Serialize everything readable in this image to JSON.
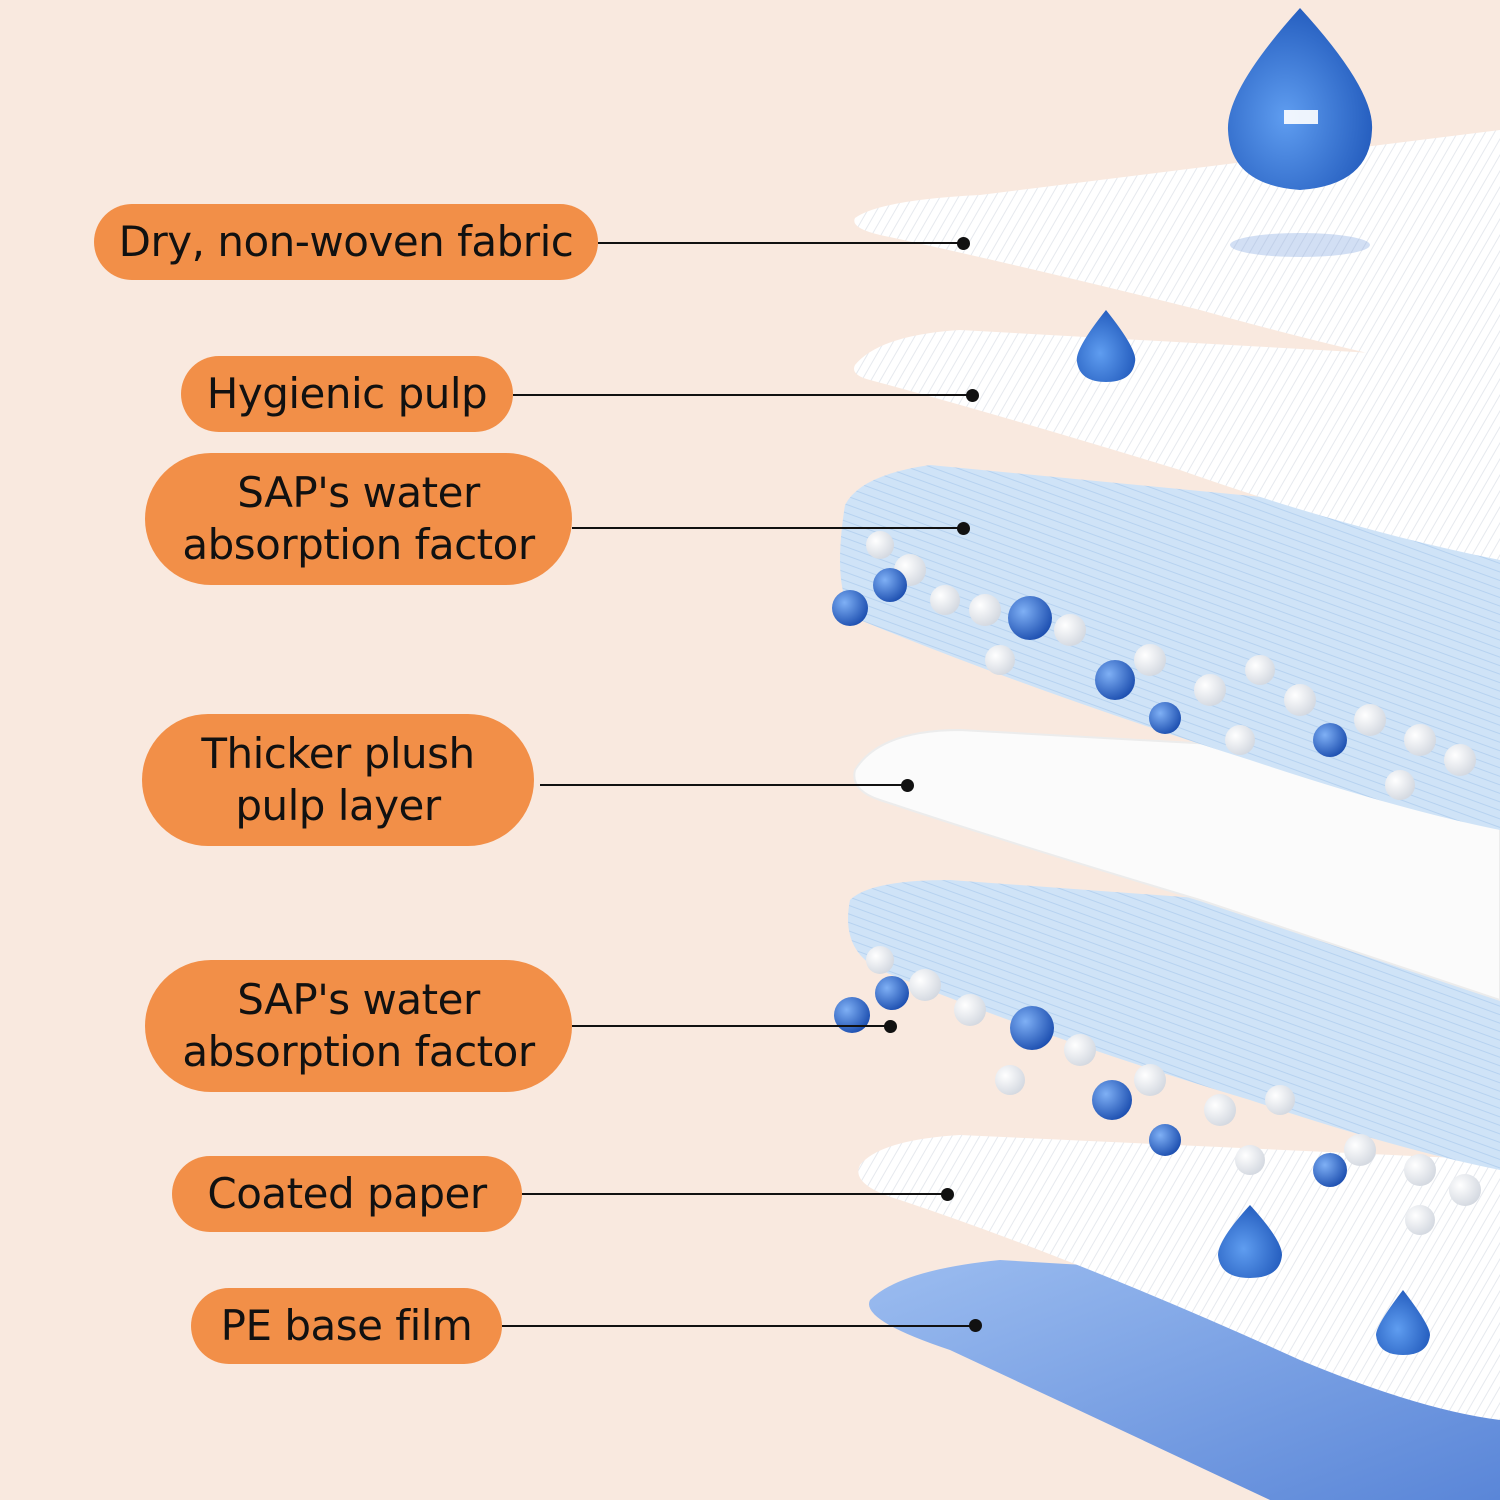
{
  "diagram": {
    "subject": "absorbent pad layer structure",
    "colors": {
      "background": "#f9e9df",
      "label_fill": "#f28f48",
      "label_text": "#111111",
      "water_blue": "#2f6fd0",
      "layer_light_blue": "#cfe3f7",
      "film_blue": "#6e9be6"
    },
    "layers": [
      {
        "label": "Dry, non-woven fabric"
      },
      {
        "label": "Hygienic pulp"
      },
      {
        "label_line1": "SAP's water",
        "label_line2": "absorption factor"
      },
      {
        "label_line1": "Thicker plush",
        "label_line2": "pulp layer"
      },
      {
        "label_line1": "SAP's water",
        "label_line2": "absorption factor"
      },
      {
        "label": "Coated paper"
      },
      {
        "label": "PE base film"
      }
    ]
  }
}
